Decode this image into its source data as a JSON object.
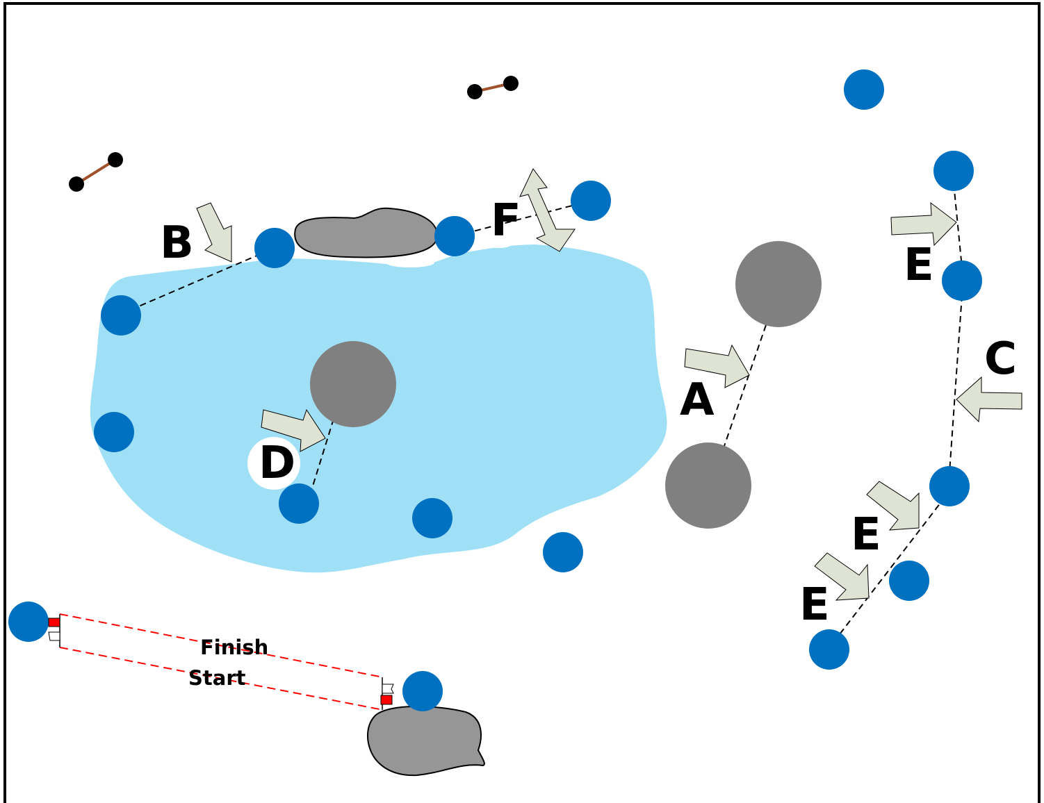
{
  "labels": {
    "A": "A",
    "B": "B",
    "C": "C",
    "D": "D",
    "E1": "E",
    "E2": "E",
    "E3": "E",
    "F": "F"
  },
  "flag_lines": {
    "finish": "Finish",
    "start": "Start"
  },
  "colors": {
    "water": "#a0e0f7",
    "buoy": "#0070c0",
    "rock": "#808080",
    "rock_light": "#969696",
    "arrow_fill": "#dfe3d3",
    "flag_red": "#ff0000",
    "flag_line": "#ff0000",
    "spar": "#a0522d"
  }
}
